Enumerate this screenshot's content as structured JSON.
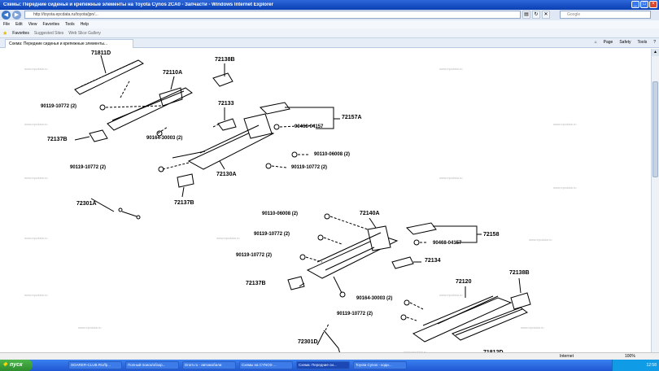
{
  "window": {
    "title": "Схемы: Передние сиденья и крепежные элементы на Toyota Cynos 2CA0 - Запчасти - Windows Internet Explorer"
  },
  "address": {
    "url": "http://toyota.epcdata.ru/toyota/jpn/...",
    "search_placeholder": "Google"
  },
  "menu": [
    "File",
    "Edit",
    "View",
    "Favorites",
    "Tools",
    "Help"
  ],
  "favorites": {
    "label": "Favorites",
    "items": [
      "Suggested Sites",
      "Web Slice Gallery"
    ]
  },
  "tab": {
    "label": "Схема: Передние сиденья и крепежные элементы..."
  },
  "tabtools": [
    "Page",
    "Safety",
    "Tools"
  ],
  "diagram": {
    "parts": [
      {
        "id": "71811D"
      },
      {
        "id": "72110A"
      },
      {
        "id": "72138B"
      },
      {
        "id": "72133"
      },
      {
        "id": "72157A"
      },
      {
        "id": "90468-04157"
      },
      {
        "id": "90119-10772 (2)"
      },
      {
        "id": "90164-30003 (2)"
      },
      {
        "id": "72137B"
      },
      {
        "id": "90110-06008 (2)"
      },
      {
        "id": "90119-10772 (2)"
      },
      {
        "id": "90119-10772 (2)"
      },
      {
        "id": "72130A"
      },
      {
        "id": "72137B"
      },
      {
        "id": "72301A"
      },
      {
        "id": "90110-06008 (2)"
      },
      {
        "id": "72140A"
      },
      {
        "id": "90119-10772 (2)"
      },
      {
        "id": "72158"
      },
      {
        "id": "90468-04157"
      },
      {
        "id": "90119-10772 (2)"
      },
      {
        "id": "72134"
      },
      {
        "id": "72137B"
      },
      {
        "id": "72138B"
      },
      {
        "id": "72120"
      },
      {
        "id": "90164-30003 (2)"
      },
      {
        "id": "90119-10772 (2)"
      },
      {
        "id": "72301D"
      },
      {
        "id": "71812D"
      }
    ],
    "watermark": "www.epcdata.ru"
  },
  "statusbar": {
    "zone": "Internet",
    "zoom": "100%"
  },
  "taskbar": {
    "start_label": "пуск",
    "tasks": [
      "SOARER-CLUB.RU/fp...",
      "Полный поиск/обзор...",
      "Drom.ru - автомобили",
      "Схемы на CYNOS ...",
      "Схема: Передние си...",
      "Toyota Cynos - коди..."
    ],
    "clock": "12:58"
  }
}
